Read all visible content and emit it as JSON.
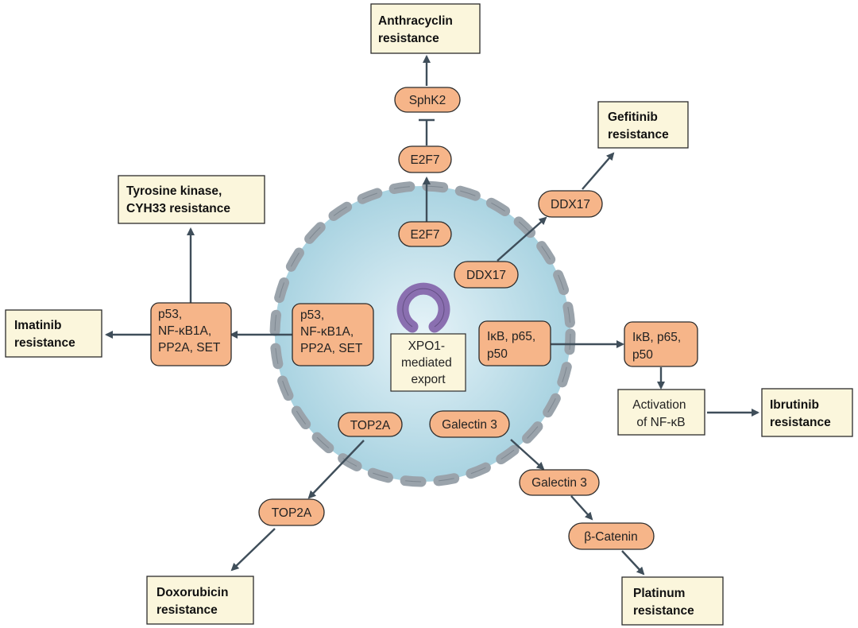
{
  "nucleus": {
    "export_label": [
      "XPO1-",
      "mediated",
      "export"
    ],
    "colors": {
      "nucleus_fill": "#bfe0ea",
      "envelope_dash": "#9aa3ab",
      "xpo1": "#8a6fb0",
      "pill": "#f6b589",
      "box": "#fbf6dc",
      "arrow": "#3f4e5a"
    }
  },
  "nuclear_proteins": {
    "e2f7": "E2F7",
    "ddx17": "DDX17",
    "p53_group": [
      "p53,",
      "NF-κB1A,",
      "PP2A, SET"
    ],
    "ikb_group": [
      "IκB, p65,",
      "p50"
    ],
    "top2a": "TOP2A",
    "galectin3": "Galectin 3"
  },
  "cytoplasmic_proteins": {
    "sphk2": "SphK2",
    "e2f7": "E2F7",
    "ddx17": "DDX17",
    "p53_group": [
      "p53,",
      "NF-κB1A,",
      "PP2A, SET"
    ],
    "ikb_group": [
      "IκB, p65,",
      "p50"
    ],
    "top2a": "TOP2A",
    "galectin3": "Galectin 3",
    "beta_catenin": "β-Catenin"
  },
  "intermediate": {
    "nfkb_activation": [
      "Activation",
      "of NF-κB"
    ]
  },
  "outcomes": {
    "anthracyclin": [
      "Anthracyclin",
      "resistance"
    ],
    "gefitinib": [
      "Gefitinib",
      "resistance"
    ],
    "tyrosine_kinase": [
      "Tyrosine kinase,",
      "CYH33 resistance"
    ],
    "imatinib": [
      "Imatinib",
      "resistance"
    ],
    "ibrutinib": [
      "Ibrutinib",
      "resistance"
    ],
    "doxorubicin": [
      "Doxorubicin",
      "resistance"
    ],
    "platinum": [
      "Platinum",
      "resistance"
    ]
  }
}
